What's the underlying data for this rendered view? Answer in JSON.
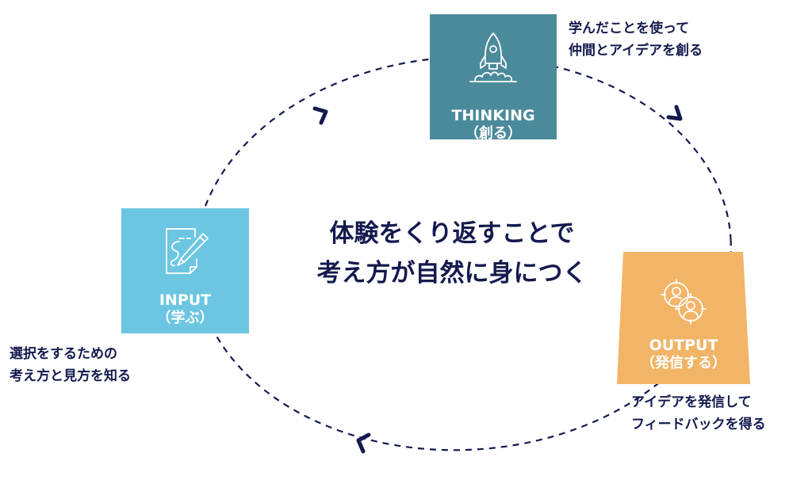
{
  "diagram": {
    "type": "cycle",
    "direction": "clockwise",
    "center_message": {
      "line1": "体験をくり返すことで",
      "line2": "考え方が自然に身につく"
    },
    "stages": {
      "thinking": {
        "label_en": "THINKING",
        "label_jp": "（創る）",
        "icon": "rocket-icon",
        "color": "#4a8a9b",
        "caption": [
          "学んだことを使って",
          "仲間とアイデアを創る"
        ]
      },
      "output": {
        "label_en": "OUTPUT",
        "label_jp": "（発信する）",
        "icon": "target-people-icon",
        "color": "#f2b466",
        "caption": [
          "アイデアを発信して",
          "フィードバックを得る"
        ]
      },
      "input": {
        "label_en": "INPUT",
        "label_jp": "（学ぶ）",
        "icon": "document-pencil-icon",
        "color": "#6cc6e2",
        "caption": [
          "選択をするための",
          "考え方と見方を知る"
        ]
      }
    },
    "connector": {
      "style": "dashed",
      "color": "#141a4e",
      "arrows": [
        "input-to-thinking",
        "thinking-to-output",
        "output-to-input"
      ]
    }
  }
}
